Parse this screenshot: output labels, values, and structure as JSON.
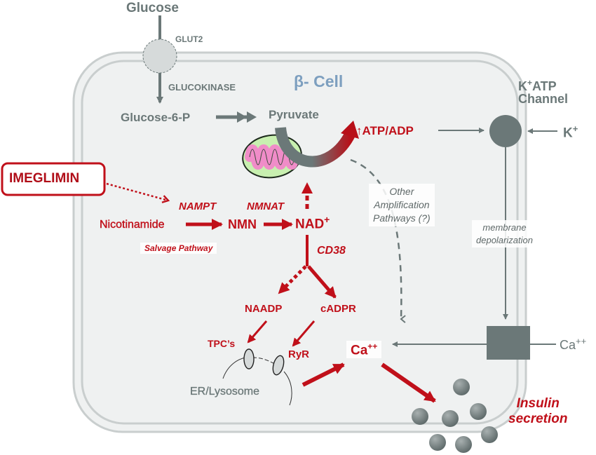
{
  "diagram": {
    "title": "β- Cell",
    "extracellular": {
      "glucose": "Glucose",
      "glut2": "GLUT2",
      "katp_line1": "K",
      "katp_sup": "+",
      "katp_line1_rest": "ATP",
      "katp_line2": "Channel",
      "k_ion": "K",
      "k_ion_sup": "+",
      "ca_ion": "Ca",
      "ca_ion_sup": "++",
      "insulin_line1": "Insulin",
      "insulin_line2": "secretion"
    },
    "glycolysis": {
      "glucokinase": "GLUCOKINASE",
      "glucose6p": "Glucose-6-P",
      "pyruvate": "Pyruvate",
      "atp_adp": "↑ATP/ADP"
    },
    "drug": {
      "name": "IMEGLIMIN"
    },
    "salvage": {
      "nampt": "NAMPT",
      "nmnat": "NMNAT",
      "nicotinamide": "Nicotinamide",
      "nmn": "NMN",
      "nad": "NAD",
      "nad_sup": "+",
      "pathway_label": "Salvage Pathway"
    },
    "cd38_branch": {
      "cd38": "CD38",
      "naadp": "NAADP",
      "cadpr": "cADPR",
      "tpcs": "TPC’s",
      "ryr": "RyR",
      "er_lysosome": "ER/Lysosome",
      "ca_intracellular": "Ca",
      "ca_intracellular_sup": "++"
    },
    "notes": {
      "other_amplification": [
        "Other",
        "Amplification",
        "Pathways (?)"
      ],
      "membrane_depolarization": [
        "membrane",
        "depolarization"
      ]
    },
    "colors": {
      "red": "#c0101a",
      "gray": "#6b7878",
      "blue": "#7d9fbf",
      "cell_fill": "#eff1f1",
      "membrane": "#c9cece",
      "mito_outer": "#c8f0b0",
      "mito_inner": "#f08cc8"
    }
  }
}
